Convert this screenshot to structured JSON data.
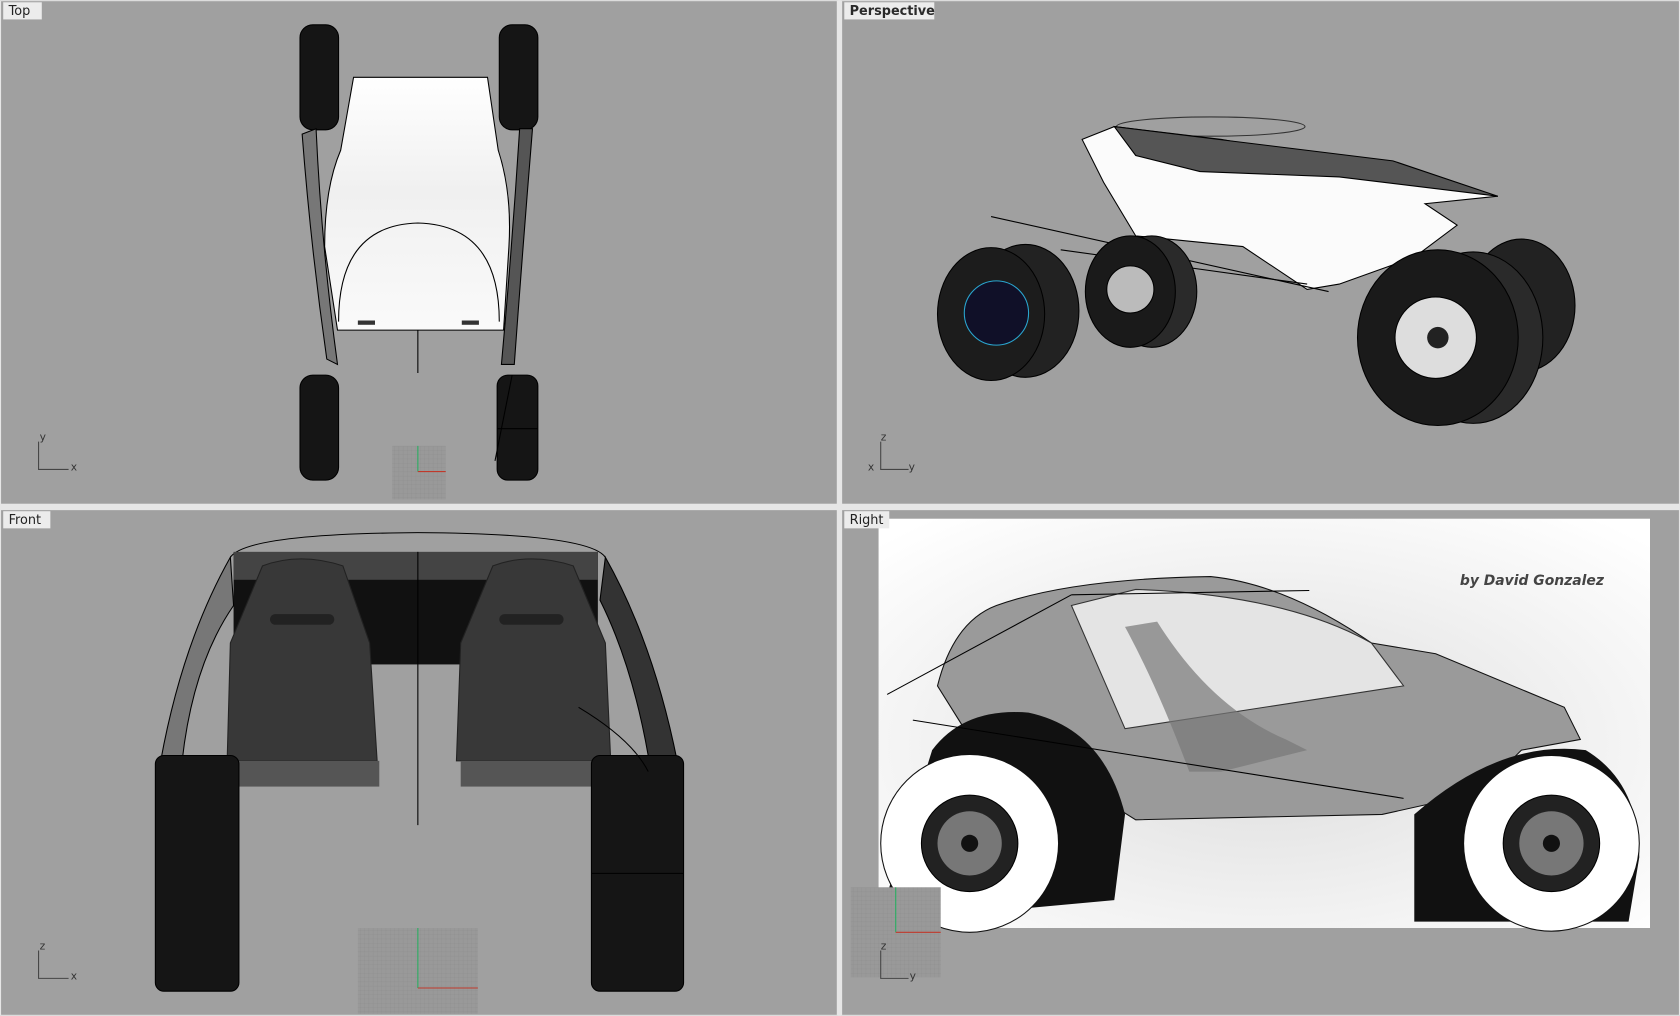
{
  "viewports": {
    "top": {
      "label": "Top",
      "axis_h": "x",
      "axis_v": "y"
    },
    "perspective": {
      "label": "Perspective",
      "axis_h": "y",
      "axis_v": "z",
      "axis_o": "x"
    },
    "front": {
      "label": "Front",
      "axis_h": "x",
      "axis_v": "z"
    },
    "right": {
      "label": "Right",
      "axis_h": "y",
      "axis_v": "z",
      "credit": "by David Gonzalez"
    }
  },
  "colors": {
    "viewport_bg": "#a0a0a0",
    "divider": "#e6e6e6",
    "x_axis": "#c0392b",
    "y_axis": "#27ae60"
  }
}
